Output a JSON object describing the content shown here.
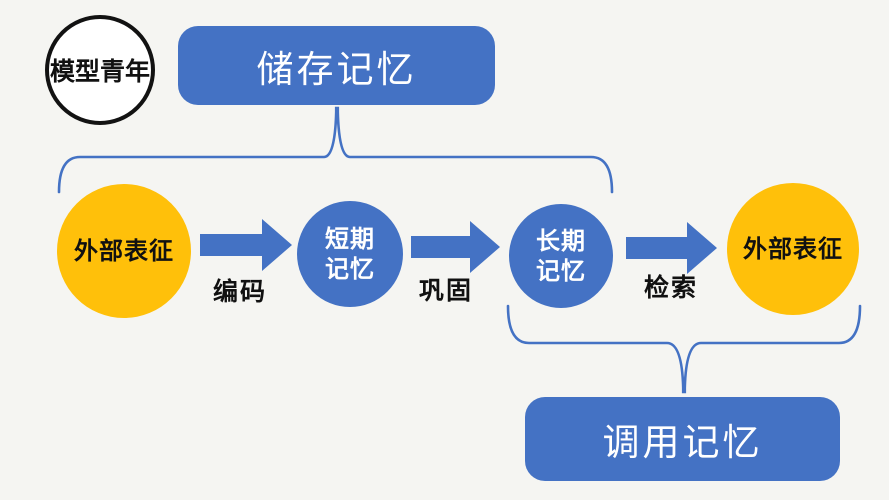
{
  "canvas": {
    "background": "#f5f5f2",
    "accent_blue": "#4472c4",
    "accent_orange": "#ffc00a"
  },
  "logo": {
    "text": "模型青年"
  },
  "top_box": {
    "label": "储存记忆"
  },
  "bottom_box": {
    "label": "调用记忆"
  },
  "nodes": [
    {
      "id": "external-representation-left",
      "label": "外部表征",
      "color": "orange"
    },
    {
      "id": "short-term-memory",
      "label": "短期\n记忆",
      "color": "blue"
    },
    {
      "id": "long-term-memory",
      "label": "长期\n记忆",
      "color": "blue"
    },
    {
      "id": "external-representation-right",
      "label": "外部表征",
      "color": "orange"
    }
  ],
  "arrows": [
    {
      "id": "encode",
      "label": "编码"
    },
    {
      "id": "consolidate",
      "label": "巩固"
    },
    {
      "id": "retrieve",
      "label": "检索"
    }
  ]
}
